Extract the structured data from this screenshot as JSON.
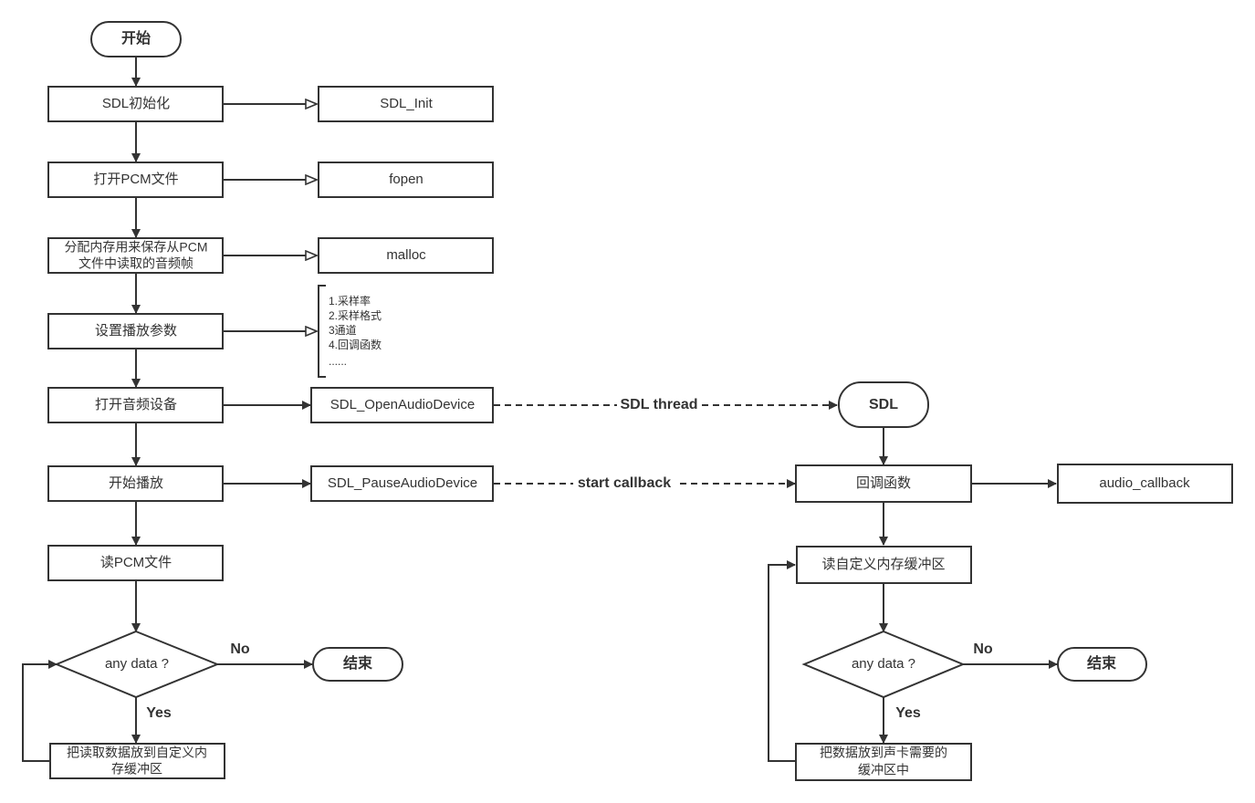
{
  "left_flow": {
    "start": "开始",
    "sdl_init": "SDL初始化",
    "open_pcm": "打开PCM文件",
    "alloc_line1": "分配内存用来保存从PCM",
    "alloc_line2": "文件中读取的音频帧",
    "set_params": "设置播放参数",
    "open_device": "打开音频设备",
    "start_play": "开始播放",
    "read_pcm": "读PCM文件",
    "decision": "any data ?",
    "no_label": "No",
    "yes_label": "Yes",
    "end": "结束",
    "copy_line1": "把读取数据放到自定义内",
    "copy_line2": "存缓冲区"
  },
  "api_column": {
    "sdl_init": "SDL_Init",
    "fopen": "fopen",
    "malloc": "malloc",
    "params_note": [
      "1.采样率",
      "2.采样格式",
      "3通道",
      "4.回调函数",
      "......"
    ],
    "open_audio_device": "SDL_OpenAudioDevice",
    "pause_audio_device": "SDL_PauseAudioDevice"
  },
  "links": {
    "sdl_thread": "SDL thread",
    "start_callback": "start callback"
  },
  "right_flow": {
    "sdl": "SDL",
    "callback": "回调函数",
    "audio_callback": "audio_callback",
    "read_buffer": "读自定义内存缓冲区",
    "decision": "any data ?",
    "no_label": "No",
    "yes_label": "Yes",
    "end": "结束",
    "copy_line1": "把数据放到声卡需要的",
    "copy_line2": "缓冲区中"
  }
}
